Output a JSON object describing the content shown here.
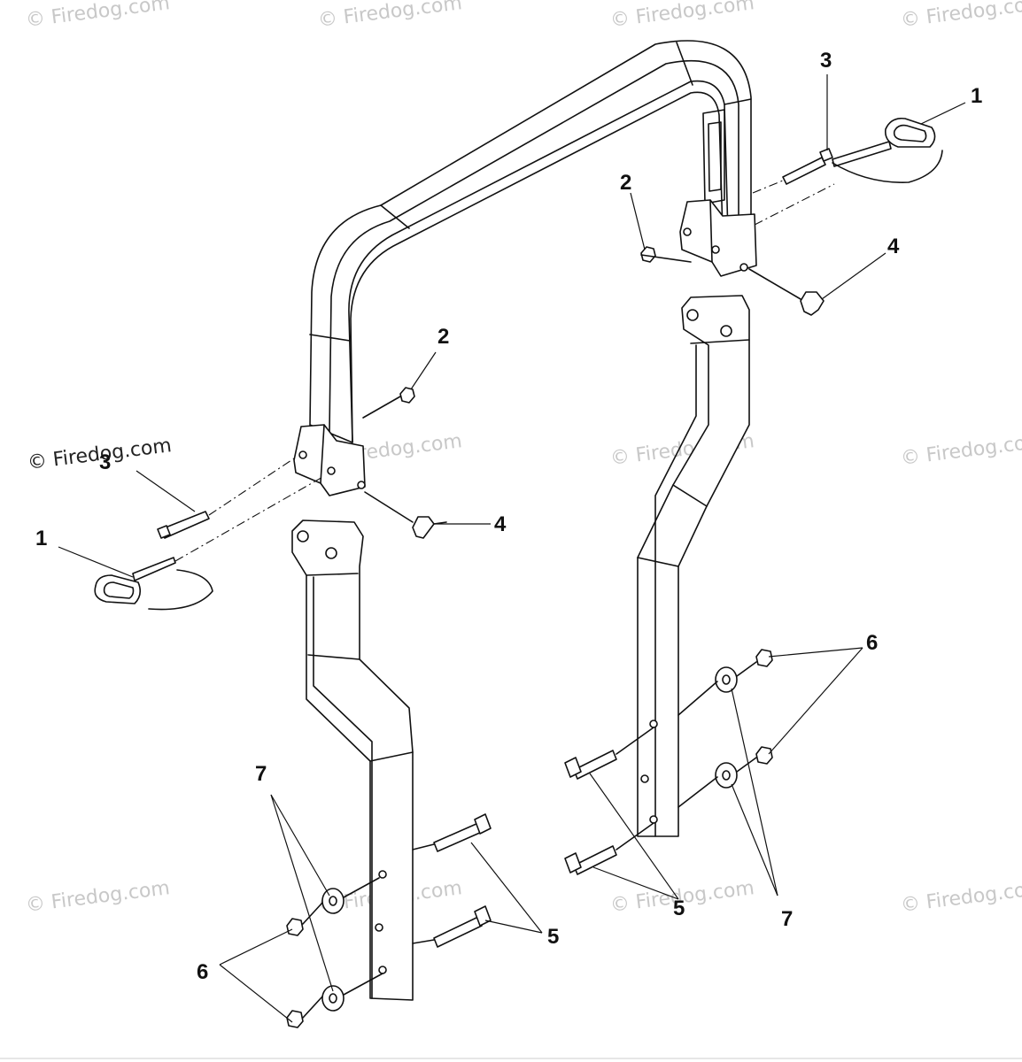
{
  "watermarks": {
    "text": "© Firedog.com",
    "prominent": "© Firedog.com"
  },
  "callouts": {
    "c1_right": "1",
    "c1_left": "1",
    "c2_right": "2",
    "c2_left": "2",
    "c3_right": "3",
    "c3_left": "3",
    "c4_right": "4",
    "c4_left": "4",
    "c5_left": "5",
    "c5_right": "5",
    "c6_right": "6",
    "c6_left": "6",
    "c7_left": "7",
    "c7_right": "7"
  },
  "colors": {
    "line": "#111111",
    "watermark": "#c8c8c8",
    "background": "#ffffff"
  }
}
